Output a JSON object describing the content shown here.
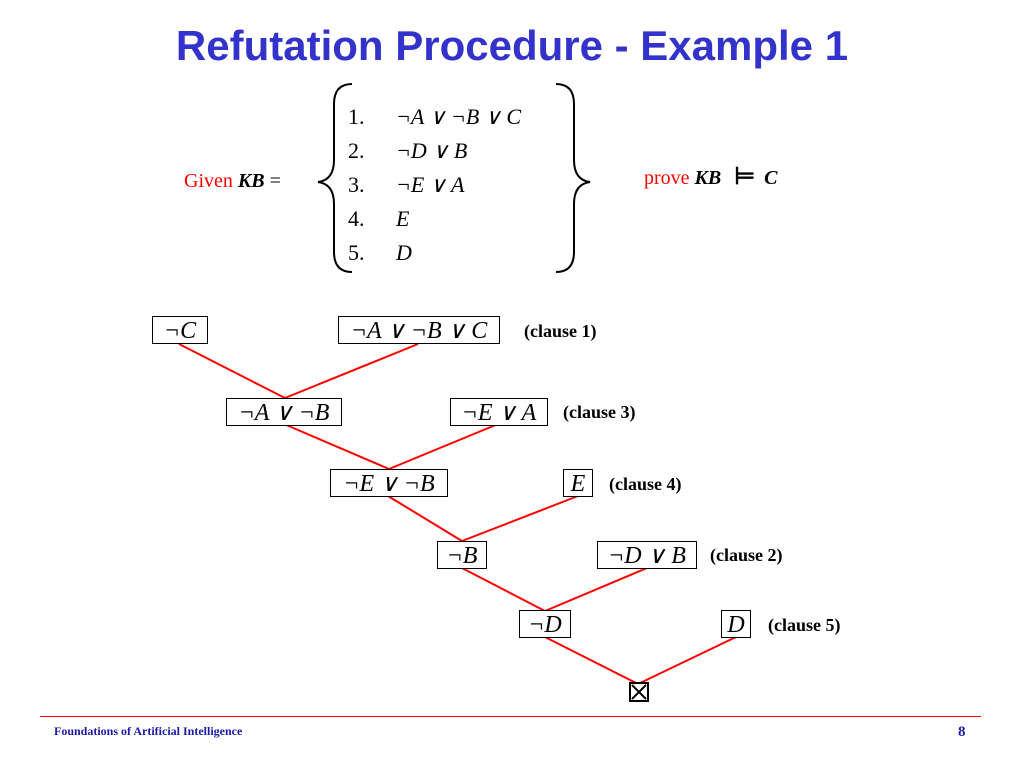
{
  "title": "Refutation Procedure - Example 1",
  "given": {
    "label": "Given",
    "kb": "KB",
    "equals": "="
  },
  "clauses": [
    {
      "num": "1.",
      "formula": "¬A ∨ ¬B ∨ C"
    },
    {
      "num": "2.",
      "formula": "¬D ∨ B"
    },
    {
      "num": "3.",
      "formula": "¬E ∨ A"
    },
    {
      "num": "4.",
      "formula": "E"
    },
    {
      "num": "5.",
      "formula": "D"
    }
  ],
  "prove": {
    "label": "prove",
    "kb": "KB",
    "entails": "⊨",
    "goal": "C"
  },
  "tree": {
    "negated_goal": "¬C",
    "clause1": "¬A ∨ ¬B ∨ C",
    "clause1_note": "(clause 1)",
    "resolvent1": "¬A ∨ ¬B",
    "clause3": "¬E ∨ A",
    "clause3_note": "(clause 3)",
    "resolvent2": "¬E ∨ ¬B",
    "clause4": "E",
    "clause4_note": "(clause 4)",
    "resolvent3": "¬B",
    "clause2": "¬D ∨ B",
    "clause2_note": "(clause 2)",
    "resolvent4": "¬D",
    "clause5": "D",
    "clause5_note": "(clause 5)",
    "empty_clause_icon": "boxed-x-icon"
  },
  "colors": {
    "title": "#3333cc",
    "accent_red": "#ff0000",
    "footer_text": "#1a1aa6"
  },
  "footer": {
    "course": "Foundations of Artificial Intelligence",
    "page": "8"
  }
}
